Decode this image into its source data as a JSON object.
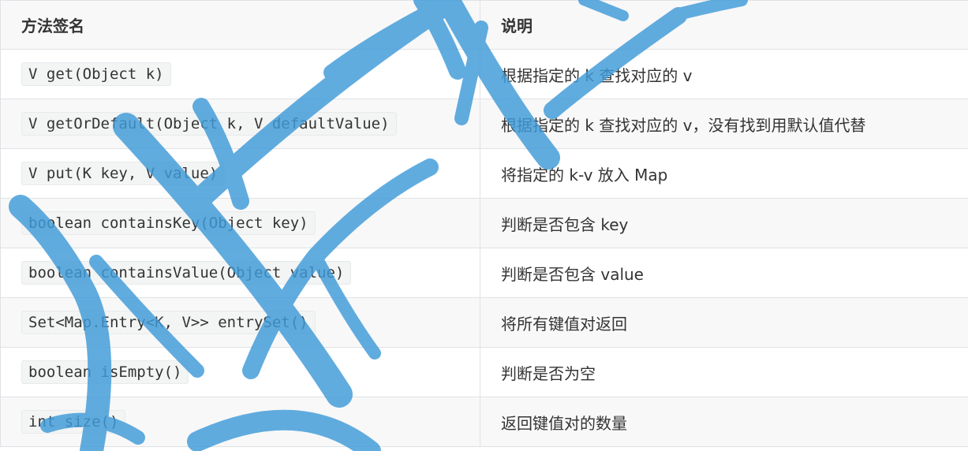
{
  "table": {
    "headers": [
      "方法签名",
      "说明"
    ],
    "rows": [
      {
        "signature": "V get(Object k)",
        "description": "根据指定的 k 查找对应的 v"
      },
      {
        "signature": "V getOrDefault(Object k, V defaultValue)",
        "description": "根据指定的 k 查找对应的 v，没有找到用默认值代替"
      },
      {
        "signature": "V put(K key, V value)",
        "description": "将指定的 k-v 放入 Map"
      },
      {
        "signature": "boolean containsKey(Object key)",
        "description": "判断是否包含 key"
      },
      {
        "signature": "boolean containsValue(Object value)",
        "description": "判断是否包含 value"
      },
      {
        "signature": "Set<Map.Entry<K, V>> entrySet()",
        "description": "将所有键值对返回"
      },
      {
        "signature": "boolean isEmpty()",
        "description": "判断是否为空"
      },
      {
        "signature": "int size()",
        "description": "返回键值对的数量"
      }
    ]
  },
  "colors": {
    "watermark": "#3f9bd9",
    "border": "#dfe2e5",
    "header_bg": "#f8f8f8",
    "text": "#333333"
  }
}
